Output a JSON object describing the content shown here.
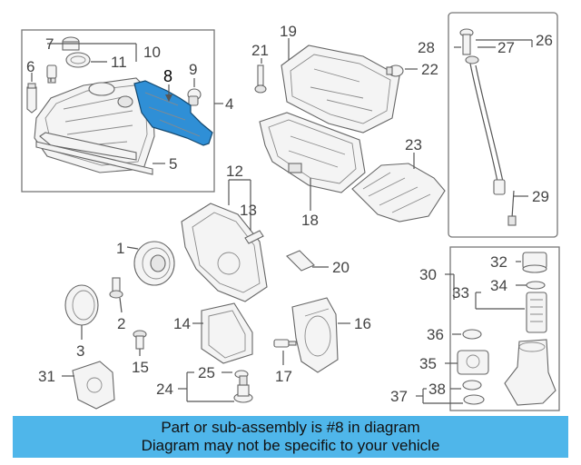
{
  "highlight_color": "#2f8fd6",
  "callouts": {
    "c1": "1",
    "c2": "2",
    "c3": "3",
    "c4": "4",
    "c5": "5",
    "c6": "6",
    "c7": "7",
    "c8": "8",
    "c9": "9",
    "c10": "10",
    "c11": "11",
    "c12": "12",
    "c13": "13",
    "c14": "14",
    "c15": "15",
    "c16": "16",
    "c17": "17",
    "c18": "18",
    "c19": "19",
    "c20": "20",
    "c21": "21",
    "c22": "22",
    "c23": "23",
    "c24": "24",
    "c25": "25",
    "c26": "26",
    "c27": "27",
    "c28": "28",
    "c29": "29",
    "c30": "30",
    "c31": "31",
    "c32": "32",
    "c33": "33",
    "c34": "34",
    "c35": "35",
    "c36": "36",
    "c37": "37",
    "c38": "38"
  },
  "banner": {
    "line1": "Part or sub-assembly is #8 in diagram",
    "line2": "Diagram may not be specific to your vehicle",
    "color": "#4fb6ea"
  }
}
